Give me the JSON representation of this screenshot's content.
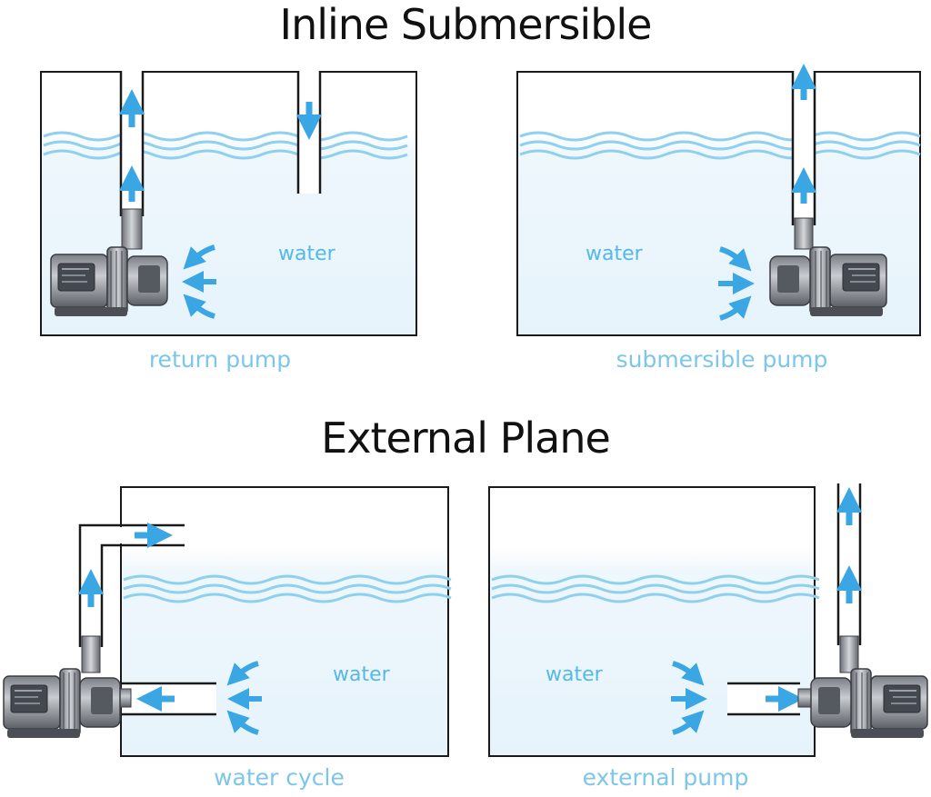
{
  "sections": [
    {
      "title": "Inline Submersible",
      "panels": [
        {
          "water_label": "water",
          "caption": "return pump"
        },
        {
          "water_label": "water",
          "caption": "submersible pump"
        }
      ]
    },
    {
      "title": "External Plane",
      "panels": [
        {
          "water_label": "water",
          "caption": "water cycle"
        },
        {
          "water_label": "water",
          "caption": "external pump"
        }
      ]
    }
  ],
  "colors": {
    "water_text": "#55b8e6",
    "caption_text": "#7cc6ea",
    "wave": "#8fd0ee",
    "arrow": "#3aa6e3",
    "outline": "#1a1a1a"
  }
}
